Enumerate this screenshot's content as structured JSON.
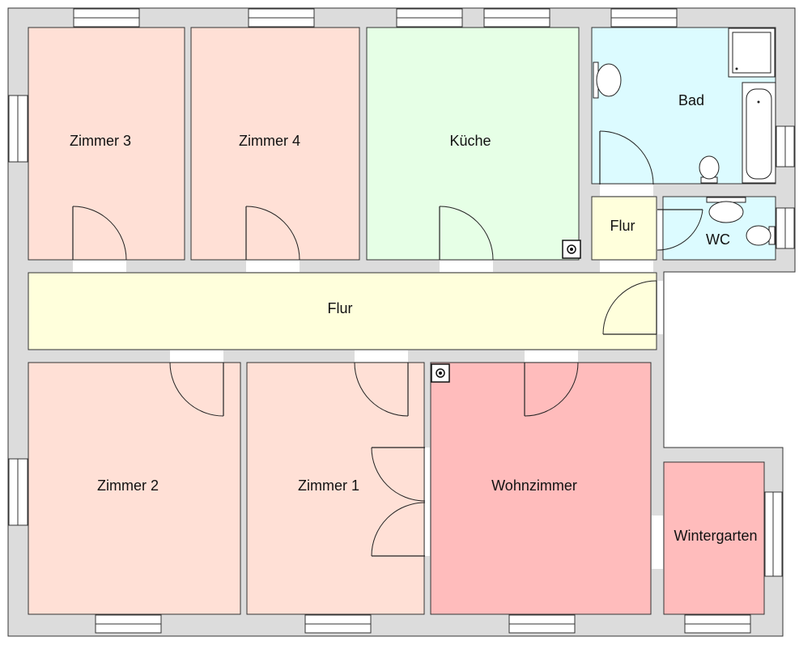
{
  "floor_plan": {
    "colors": {
      "wall": "#dcdcdc",
      "outline": "#333333",
      "bedroom": "#ffe0d6",
      "kitchen": "#e6ffe6",
      "bath": "#dcfbff",
      "hall": "#ffffdc",
      "living": "#ffbcbc"
    },
    "rooms": {
      "zimmer3": "Zimmer 3",
      "zimmer4": "Zimmer 4",
      "kueche": "Küche",
      "bad": "Bad",
      "flur_small": "Flur",
      "wc": "WC",
      "flur_main": "Flur",
      "zimmer2": "Zimmer 2",
      "zimmer1": "Zimmer 1",
      "wohnzimmer": "Wohnzimmer",
      "wintergarten": "Wintergarten"
    },
    "symbols": [
      "chimney-icon",
      "chimney-icon",
      "shower-icon",
      "bathtub-icon",
      "toilet-icon",
      "sink-icon"
    ]
  }
}
